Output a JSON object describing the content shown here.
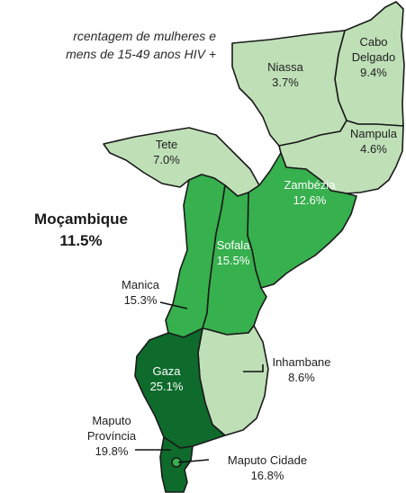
{
  "title": {
    "line1": "rcentagem de mulheres e",
    "line2": "mens  de 15-49 anos HIV +"
  },
  "national": {
    "name": "Moçambique",
    "value": "11.5%",
    "value_number": 11.5
  },
  "colors": {
    "lightest": "#bfe0b7",
    "medium": "#37b04e",
    "dark": "#0e6b2c",
    "outline": "#1a1a1a"
  },
  "provinces": [
    {
      "key": "niassa",
      "name": "Niassa",
      "value": "3.7%",
      "value_number": 3.7,
      "fill": "#bfe0b7"
    },
    {
      "key": "cabo_delgado",
      "name_line1": "Cabo",
      "name_line2": "Delgado",
      "value": "9.4%",
      "value_number": 9.4,
      "fill": "#bfe0b7"
    },
    {
      "key": "nampula",
      "name": "Nampula",
      "value": "4.6%",
      "value_number": 4.6,
      "fill": "#bfe0b7"
    },
    {
      "key": "tete",
      "name": "Tete",
      "value": "7.0%",
      "value_number": 7.0,
      "fill": "#bfe0b7"
    },
    {
      "key": "zambezia",
      "name": "Zambézia",
      "value": "12.6%",
      "value_number": 12.6,
      "fill": "#37b04e"
    },
    {
      "key": "sofala",
      "name": "Sofala",
      "value": "15.5%",
      "value_number": 15.5,
      "fill": "#37b04e"
    },
    {
      "key": "manica",
      "name": "Manica",
      "value": "15.3%",
      "value_number": 15.3,
      "fill": "#37b04e"
    },
    {
      "key": "inhambane",
      "name": "Inhambane",
      "value": "8.6%",
      "value_number": 8.6,
      "fill": "#bfe0b7"
    },
    {
      "key": "gaza",
      "name": "Gaza",
      "value": "25.1%",
      "value_number": 25.1,
      "fill": "#0e6b2c"
    },
    {
      "key": "maputo_provincia",
      "name_line1": "Maputo",
      "name_line2": "Província",
      "value": "19.8%",
      "value_number": 19.8,
      "fill": "#0e6b2c"
    },
    {
      "key": "maputo_cidade",
      "name": "Maputo Cidade",
      "value": "16.8%",
      "value_number": 16.8,
      "fill": "#37b04e"
    }
  ]
}
